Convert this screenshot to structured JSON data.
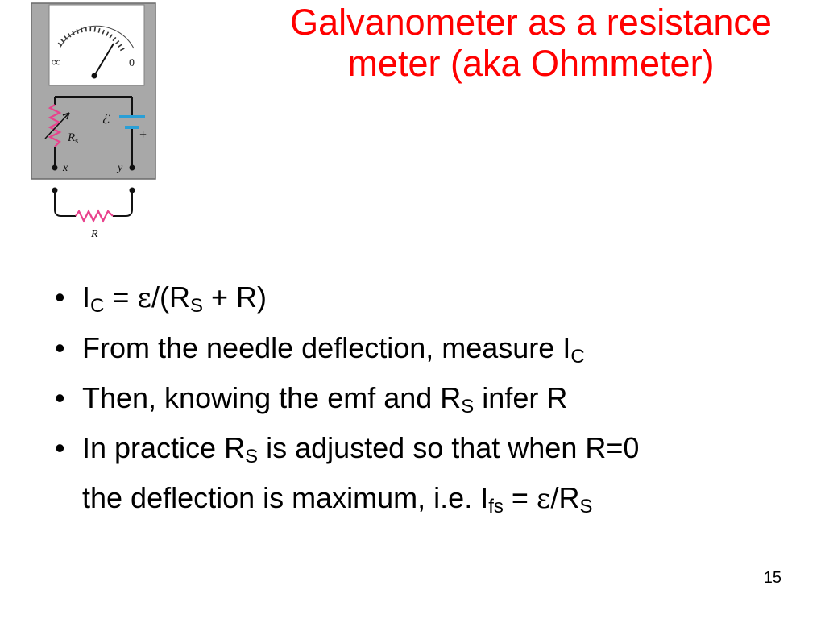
{
  "slide": {
    "title_line1": "Galvanometer as a resistance",
    "title_line2": "meter (aka Ohmmeter)",
    "page_number": "15"
  },
  "figure": {
    "scale_infinity": "∞",
    "scale_zero": "0",
    "emf_label": "ℰ",
    "plus_label": "+",
    "rs_label": "R",
    "rs_sub": "s",
    "x_label": "x",
    "y_label": "y",
    "r_label": "R"
  },
  "bullets": {
    "b1": {
      "i": "I",
      "c_sub": "C",
      "eq": " = ",
      "eps": "ε",
      "frac": "/(R",
      "s_sub": "S",
      "tail": " + R)"
    },
    "b2": {
      "text": "From the needle deflection, measure I",
      "c_sub": "C"
    },
    "b3": {
      "text": "Then, knowing the emf and R",
      "s_sub": "S",
      "tail": " infer R"
    },
    "b4": {
      "text": "In practice R",
      "s_sub": "S",
      "tail": " is adjusted so that when R=0",
      "line2": "the deflection is maximum, i.e. I",
      "fs_sub": "fs",
      "eq": " = ",
      "eps": "ε",
      "frac": "/R",
      "s_sub2": "S"
    },
    "bullet_char": "•"
  },
  "colors": {
    "title": "#ff0000",
    "meter_body": "#a8a8a8",
    "resistor": "#e8428c",
    "battery": "#2a9fd6"
  }
}
